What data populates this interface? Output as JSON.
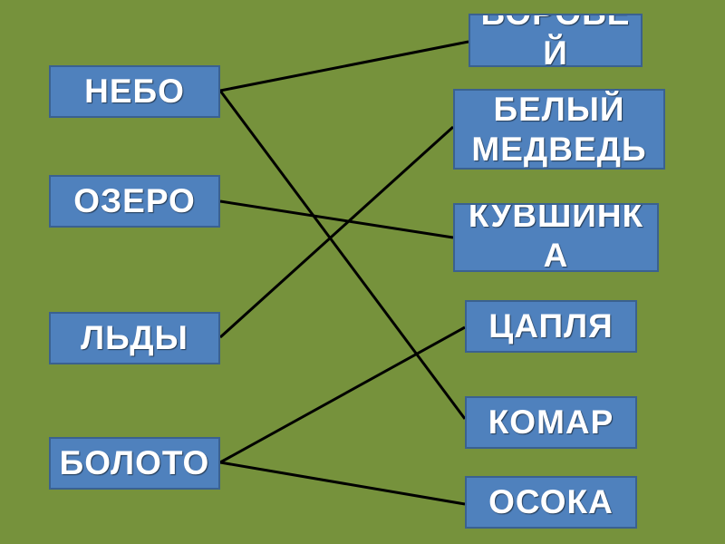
{
  "left_items": [
    {
      "id": "nebo",
      "label": "НЕБО"
    },
    {
      "id": "ozero",
      "label": "ОЗЕРО"
    },
    {
      "id": "ldy",
      "label": "ЛЬДЫ"
    },
    {
      "id": "boloto",
      "label": "БОЛОТО"
    }
  ],
  "right_items": [
    {
      "id": "vorobey",
      "label": "ВОРОБЕЙ"
    },
    {
      "id": "medved",
      "label": "БЕЛЫЙ МЕДВЕДЬ"
    },
    {
      "id": "kuvshinka",
      "label": "КУВШИНКА"
    },
    {
      "id": "caplya",
      "label": "ЦАПЛЯ"
    },
    {
      "id": "komar",
      "label": "КОМАР"
    },
    {
      "id": "osoka",
      "label": "ОСОКА"
    }
  ],
  "connections": [
    {
      "from": "nebo",
      "to": "vorobey"
    },
    {
      "from": "nebo",
      "to": "komar"
    },
    {
      "from": "ozero",
      "to": "kuvshinka"
    },
    {
      "from": "ldy",
      "to": "medved"
    },
    {
      "from": "boloto",
      "to": "caplya"
    },
    {
      "from": "boloto",
      "to": "osoka"
    }
  ],
  "colors": {
    "background": "#76923c",
    "box_fill": "#4f81bd",
    "box_border": "#3a6190",
    "text": "#ffffff",
    "line": "#000000"
  }
}
